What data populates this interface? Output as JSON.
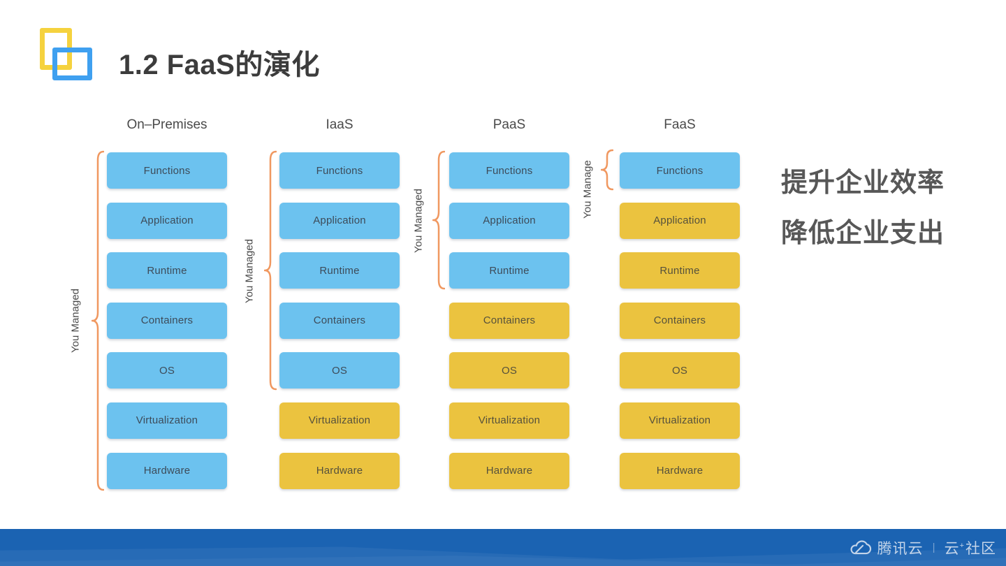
{
  "title": {
    "text": "1.2 FaaS的演化"
  },
  "diagram": {
    "columns": [
      {
        "header": "On–Premises",
        "bracket_label": "You Managed",
        "layers": [
          {
            "label": "Functions",
            "managed": true
          },
          {
            "label": "Application",
            "managed": true
          },
          {
            "label": "Runtime",
            "managed": true
          },
          {
            "label": "Containers",
            "managed": true
          },
          {
            "label": "OS",
            "managed": true
          },
          {
            "label": "Virtualization",
            "managed": true
          },
          {
            "label": "Hardware",
            "managed": true
          }
        ]
      },
      {
        "header": "IaaS",
        "bracket_label": "You Managed",
        "layers": [
          {
            "label": "Functions",
            "managed": true
          },
          {
            "label": "Application",
            "managed": true
          },
          {
            "label": "Runtime",
            "managed": true
          },
          {
            "label": "Containers",
            "managed": true
          },
          {
            "label": "OS",
            "managed": true
          },
          {
            "label": "Virtualization",
            "managed": false
          },
          {
            "label": "Hardware",
            "managed": false
          }
        ]
      },
      {
        "header": "PaaS",
        "bracket_label": "You Managed",
        "layers": [
          {
            "label": "Functions",
            "managed": true
          },
          {
            "label": "Application",
            "managed": true
          },
          {
            "label": "Runtime",
            "managed": true
          },
          {
            "label": "Containers",
            "managed": false
          },
          {
            "label": "OS",
            "managed": false
          },
          {
            "label": "Virtualization",
            "managed": false
          },
          {
            "label": "Hardware",
            "managed": false
          }
        ]
      },
      {
        "header": "FaaS",
        "bracket_label": "You Manage",
        "layers": [
          {
            "label": "Functions",
            "managed": true
          },
          {
            "label": "Application",
            "managed": false
          },
          {
            "label": "Runtime",
            "managed": false
          },
          {
            "label": "Containers",
            "managed": false
          },
          {
            "label": "OS",
            "managed": false
          },
          {
            "label": "Virtualization",
            "managed": false
          },
          {
            "label": "Hardware",
            "managed": false
          }
        ]
      }
    ]
  },
  "benefits": {
    "line1": "提升企业效率",
    "line2": "降低企业支出"
  },
  "footer": {
    "brand": "腾讯云",
    "separator": "|",
    "community_cloud": "云",
    "community_plus": "+",
    "community_rest": "社区"
  },
  "colors": {
    "managed_box": "#6CC2EF",
    "unmanaged_box": "#EBC33F",
    "bracket": "#F09860",
    "footer_bg": "#1B63B2",
    "title_icon_yellow": "#F5D23E",
    "title_icon_blue": "#3FA0F0"
  }
}
